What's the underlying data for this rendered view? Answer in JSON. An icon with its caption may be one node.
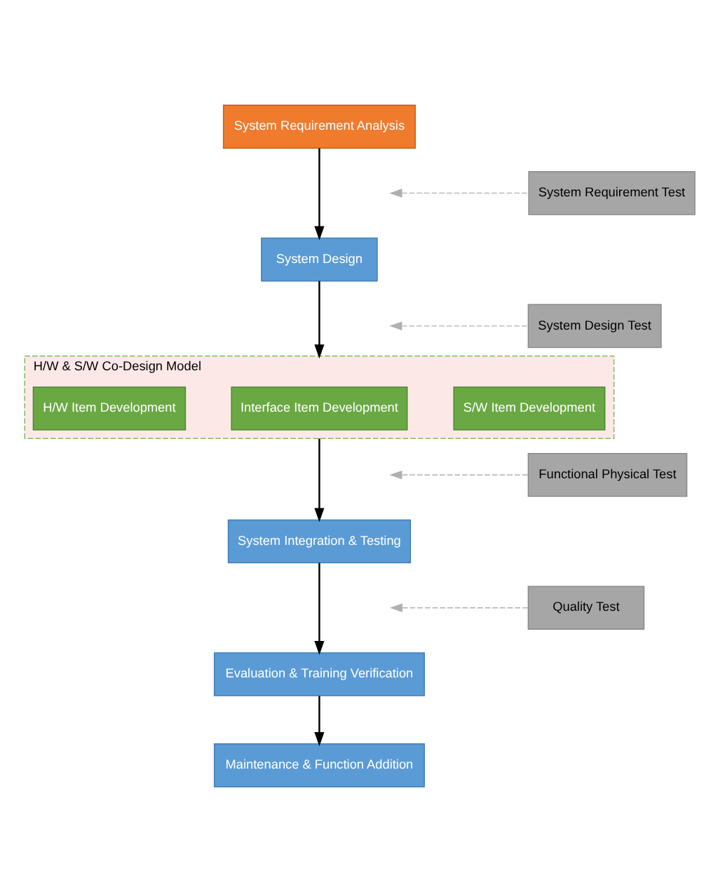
{
  "diagram": {
    "nodes": [
      {
        "text": [
          "System Requirement Analysis"
        ]
      },
      {
        "text": [
          "System Requirement Test"
        ]
      },
      {
        "text": [
          "System Design"
        ]
      },
      {
        "text": [
          "System Design Test"
        ]
      },
      {
        "text": [
          "H/W & S/W Co-Design Model"
        ]
      },
      {
        "text": [
          "H/W Item Development"
        ],
        "in": 4
      },
      {
        "text": [
          "Interface Item Development"
        ],
        "in": 4
      },
      {
        "text": [
          "S/W Item Development"
        ],
        "in": 4
      },
      {
        "text": [
          "Functional Physical Test"
        ]
      },
      {
        "text": [
          "System Integration & Testing"
        ]
      },
      {
        "text": [
          "Quality Test"
        ]
      },
      {
        "text": [
          "Evaluation & Training Verification"
        ]
      },
      {
        "text": [
          "Maintenance & Function Addition"
        ]
      }
    ],
    "edges": [
      {
        "from": 0,
        "to": 2,
        "arrow": "to"
      },
      {
        "from": 2,
        "to": 4,
        "arrow": "to"
      },
      {
        "from": 4,
        "to": 9,
        "arrow": "to"
      },
      {
        "from": 9,
        "to": 11,
        "arrow": "to"
      },
      {
        "from": 11,
        "to": 12,
        "arrow": "to"
      },
      {
        "from": 1,
        "to": null,
        "arrow": "to",
        "style": "dashed",
        "color": "#b0b0b0"
      },
      {
        "from": 3,
        "to": null,
        "arrow": "to",
        "style": "dashed",
        "color": "#b0b0b0"
      },
      {
        "from": 8,
        "to": null,
        "arrow": "to",
        "style": "dashed",
        "color": "#b0b0b0"
      },
      {
        "from": 10,
        "to": null,
        "arrow": "to",
        "style": "dashed",
        "color": "#b0b0b0"
      }
    ]
  }
}
